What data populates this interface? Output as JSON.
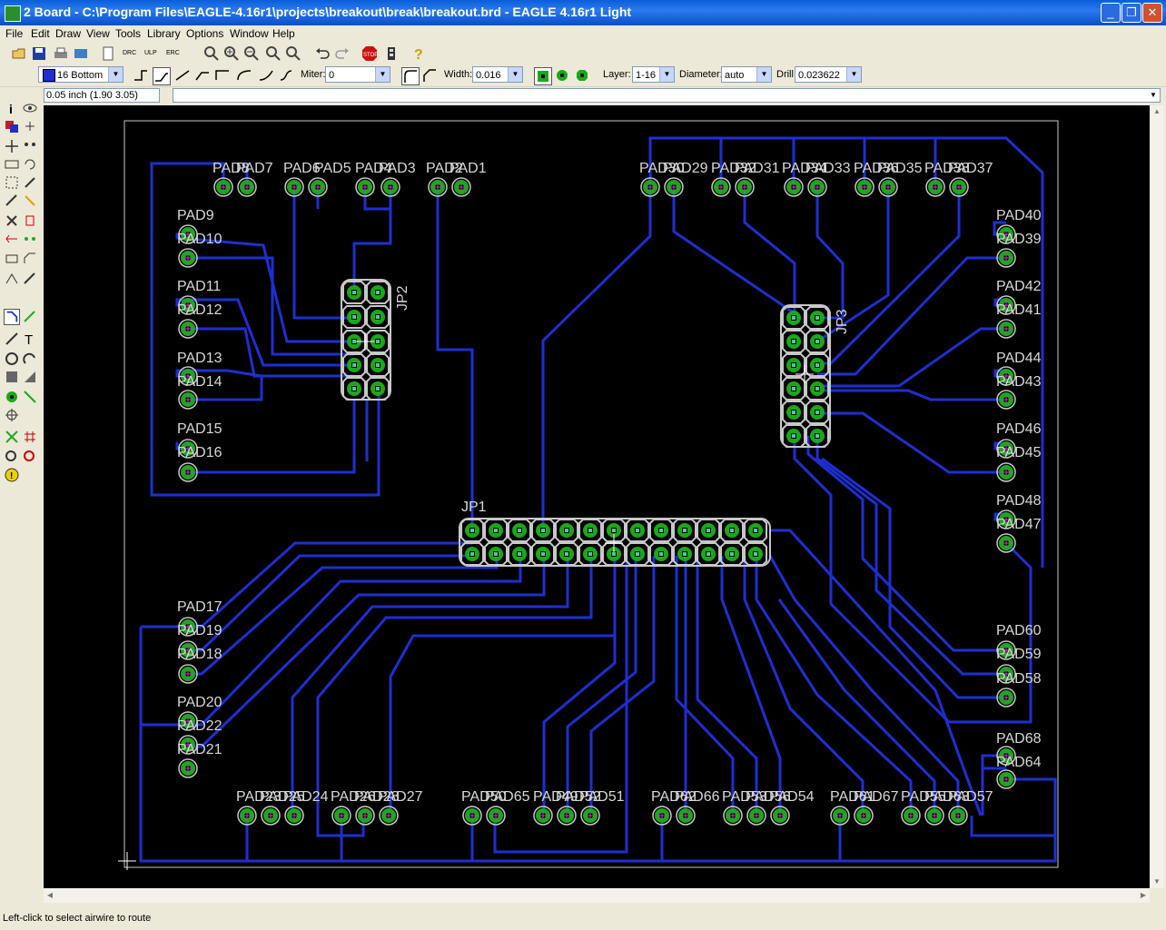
{
  "window": {
    "title": "2 Board - C:\\Program Files\\EAGLE-4.16r1\\projects\\breakout\\break\\breakout.brd - EAGLE 4.16r1 Light",
    "btn_minimize": "_",
    "btn_maximize": "❐",
    "btn_close": "✕"
  },
  "menu": [
    "File",
    "Edit",
    "Draw",
    "View",
    "Tools",
    "Library",
    "Options",
    "Window",
    "Help"
  ],
  "params": {
    "layer_select": "16 Bottom",
    "miter_label": "Miter:",
    "miter_value": "0",
    "width_label": "Width:",
    "width_value": "0.016",
    "layer_label": "Layer:",
    "layer_value": "1-16",
    "diameter_label": "Diameter:",
    "diameter_value": "auto",
    "drill_label": "Drill:",
    "drill_value": "0.023622"
  },
  "coordinates": "0.05 inch (1.90 3.05)",
  "status": "Left-click to select airwire to route",
  "colors": {
    "board_bg": "#000000",
    "trace": "#1d2fd1",
    "pad_ring": "#1aa81a",
    "outline": "#c8c8c8",
    "label": "#d8d8d8"
  },
  "board": {
    "jp1": "JP1",
    "jp2": "JP2",
    "jp3": "JP3",
    "labels": [
      "PAD8",
      "PAD7",
      "PAD6",
      "PAD5",
      "PAD4",
      "PAD3",
      "PAD2",
      "PAD1",
      "PAD30",
      "PAD29",
      "PAD32",
      "PAD31",
      "PAD34",
      "PAD33",
      "PAD36",
      "PAD35",
      "PAD38",
      "PAD37",
      "PAD9",
      "PAD10",
      "PAD11",
      "PAD12",
      "PAD13",
      "PAD14",
      "PAD15",
      "PAD16",
      "PAD40",
      "PAD39",
      "PAD42",
      "PAD41",
      "PAD44",
      "PAD43",
      "PAD46",
      "PAD45",
      "PAD48",
      "PAD47",
      "PAD17",
      "PAD19",
      "PAD18",
      "PAD20",
      "PAD22",
      "PAD21",
      "PAD60",
      "PAD59",
      "PAD58",
      "PAD68",
      "PAD64",
      "PAD23",
      "PAD25",
      "PAD24",
      "PAD26",
      "PAD28",
      "PAD27",
      "PAD50",
      "PAD65",
      "PAD49",
      "PAD52",
      "PAD51",
      "PAD62",
      "PAD66",
      "PAD53",
      "PAD56",
      "PAD54",
      "PAD61",
      "PAD67",
      "PAD55",
      "PAD63",
      "PAD57"
    ]
  }
}
